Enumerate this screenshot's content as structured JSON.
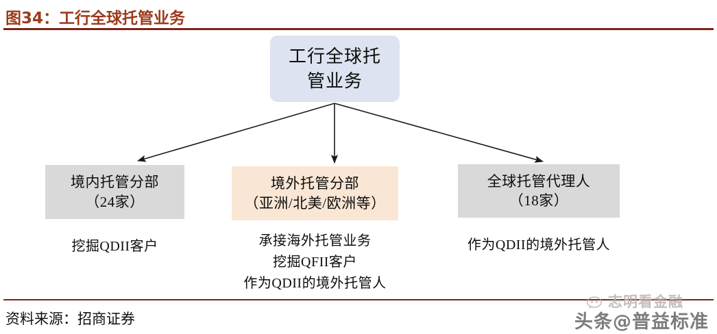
{
  "header": {
    "title": "图34：工行全球托管业务",
    "title_color": "#9c3a1b",
    "rule_color": "#7b2413"
  },
  "footer": {
    "source": "资料来源：招商证券",
    "rule_color": "#7b2413"
  },
  "diagram": {
    "type": "flowchart",
    "root": {
      "label_line1": "工行全球托",
      "label_line2": "管业务",
      "full_label": "工行全球托管业务",
      "fill": "#dde3f0",
      "shape": "rounded-rectangle"
    },
    "children": [
      {
        "id": "domestic",
        "line1": "境内托管分部",
        "line2": "（24家）",
        "fill": "#d9d9d9",
        "caption_lines": [
          "挖掘QDII客户"
        ]
      },
      {
        "id": "overseas",
        "line1": "境外托管分部",
        "line2": "（亚洲/北美/欧洲等）",
        "fill": "#fae6d5",
        "caption_lines": [
          "承接海外托管业务",
          "挖掘QFII客户",
          "作为QDII的境外托管人"
        ]
      },
      {
        "id": "agent",
        "line1": "全球托管代理人",
        "line2": "（18家）",
        "fill": "#d9d9d9",
        "caption_lines": [
          "作为QDII的境外托管人"
        ]
      }
    ],
    "connector_color": "#1a1a1a"
  },
  "watermarks": {
    "top": "志明看金融",
    "top_icon": "speech-bubble-icon",
    "bottom": "头条@普益标准"
  }
}
